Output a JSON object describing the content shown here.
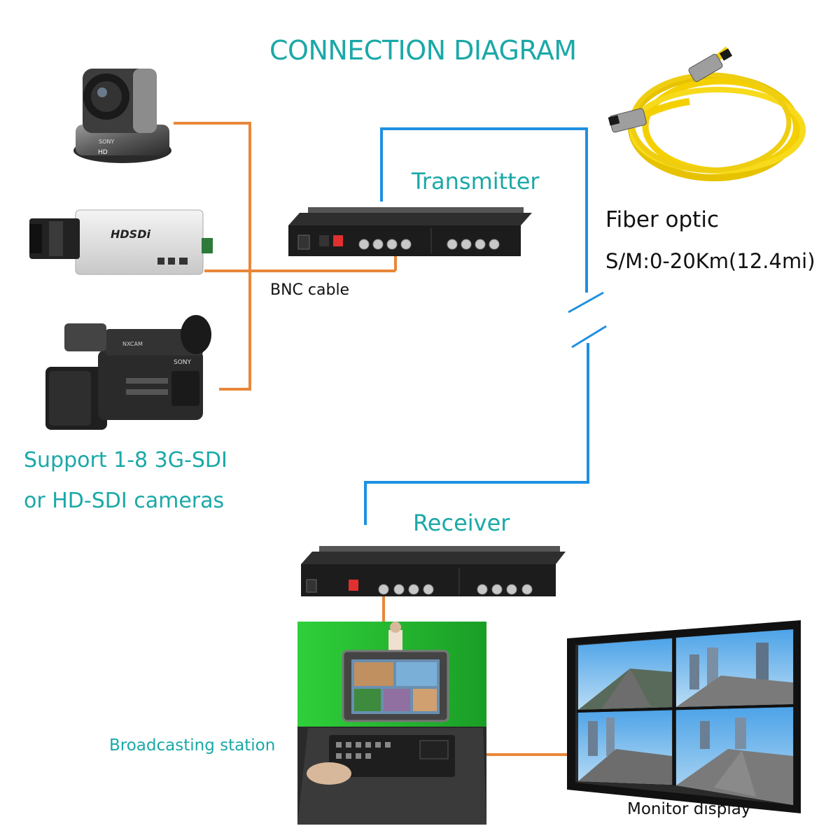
{
  "title": "CONNECTION DIAGRAM",
  "labels": {
    "transmitter": "Transmitter",
    "receiver": "Receiver",
    "fiber_line1": "Fiber optic",
    "fiber_line2": "S/M:0-20Km(12.4mi)",
    "bnc_cable": "BNC cable",
    "support_line1": "Support 1-8 3G-SDI",
    "support_line2": "or HD-SDI cameras",
    "broadcasting_station": "Broadcasting station",
    "monitor_display": "Monitor display"
  },
  "device_text": {
    "ptz_brand": "SONY",
    "ptz_badge": "HD",
    "box_camera_brand": "HDSDi",
    "camcorder_brand": "SONY",
    "camcorder_model": "NXCAM"
  },
  "colors": {
    "accent_teal": "#1ba8a8",
    "bnc_line": "#e8873a",
    "fiber_line": "#1e90e0",
    "fiber_cable": "#f5d000",
    "device_body": "#1c1c1c"
  }
}
